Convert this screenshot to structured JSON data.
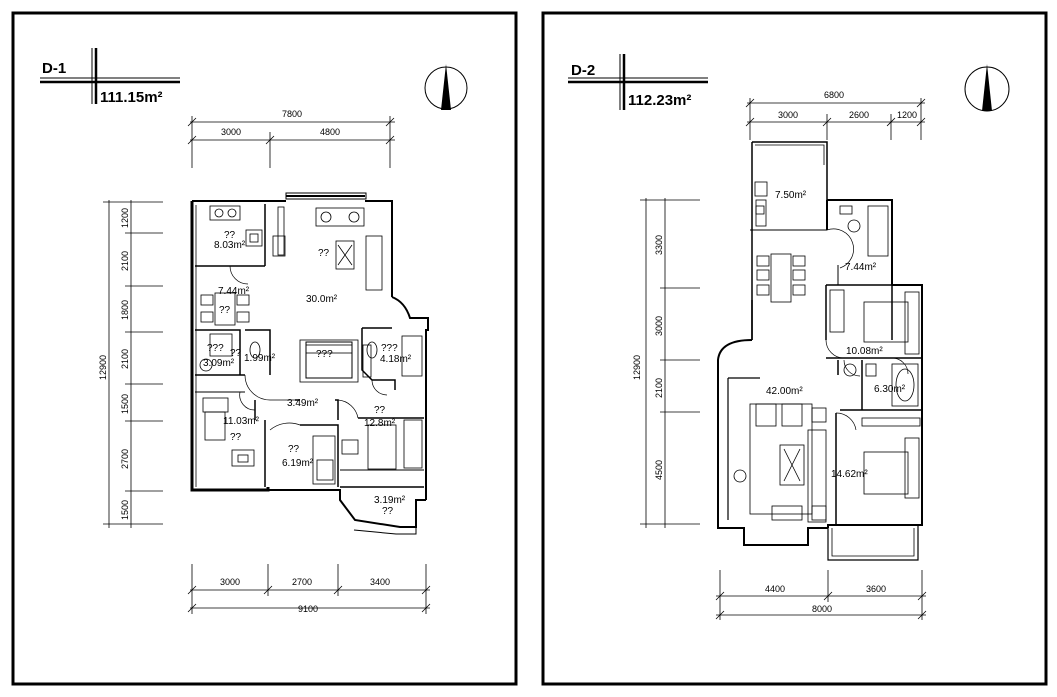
{
  "plans": [
    {
      "code": "D-1",
      "area": "111.15m²",
      "top_total": "7800",
      "top_dims": [
        "3000",
        "4800"
      ],
      "left_total": "12900",
      "left_dims": [
        "1200",
        "2100",
        "1800",
        "2100",
        "1500",
        "2700",
        "1500"
      ],
      "bottom_dims": [
        "3000",
        "2700",
        "3400"
      ],
      "bottom_total": "9100",
      "rooms": [
        "8.03m²",
        "7.44m²",
        "30.0m²",
        "3.09m²",
        "1.99m²",
        "4.18m²",
        "3.49m²",
        "11.03m²",
        "12.8m²",
        "6.19m²",
        "3.19m²"
      ],
      "marks": [
        "??",
        "??",
        "??",
        "???",
        "??",
        "???",
        "???",
        "??",
        "??",
        "??",
        "??",
        "??"
      ]
    },
    {
      "code": "D-2",
      "area": "112.23m²",
      "top_total": "6800",
      "top_dims": [
        "3000",
        "2600",
        "1200"
      ],
      "left_total": "12900",
      "left_dims": [
        "3300",
        "3000",
        "2100",
        "4500"
      ],
      "bottom_dims": [
        "4400",
        "3600"
      ],
      "bottom_total": "8000",
      "rooms": [
        "7.50m²",
        "7.44m²",
        "10.08m²",
        "6.30m²",
        "42.00m²",
        "14.62m²"
      ]
    }
  ]
}
